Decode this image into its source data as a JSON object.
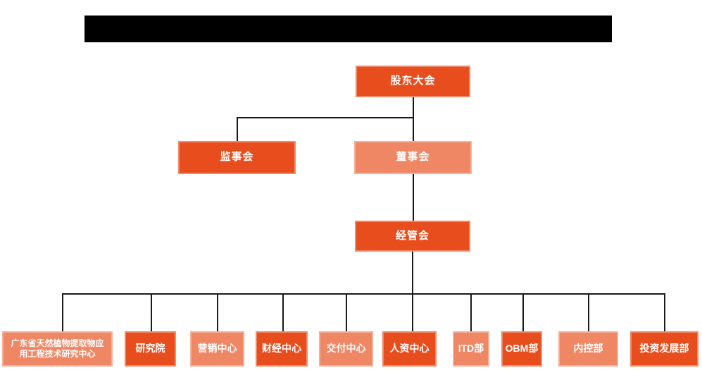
{
  "colors": {
    "primary": "#e84e1d",
    "secondary": "#ef8765",
    "line": "#1a1a1a"
  },
  "org_chart": {
    "nodes": {
      "shareholders": {
        "label": "股东大会"
      },
      "supervisory": {
        "label": "监事会"
      },
      "board": {
        "label": "董事会"
      },
      "management": {
        "label": "经管会"
      },
      "departments": [
        {
          "label": "广东省天然植物提取物应用工程技术研究中心"
        },
        {
          "label": "研究院"
        },
        {
          "label": "营销中心"
        },
        {
          "label": "财经中心"
        },
        {
          "label": "交付中心"
        },
        {
          "label": "人资中心"
        },
        {
          "label": "ITD部"
        },
        {
          "label": "OBM部"
        },
        {
          "label": "内控部"
        },
        {
          "label": "投资发展部"
        }
      ]
    }
  }
}
